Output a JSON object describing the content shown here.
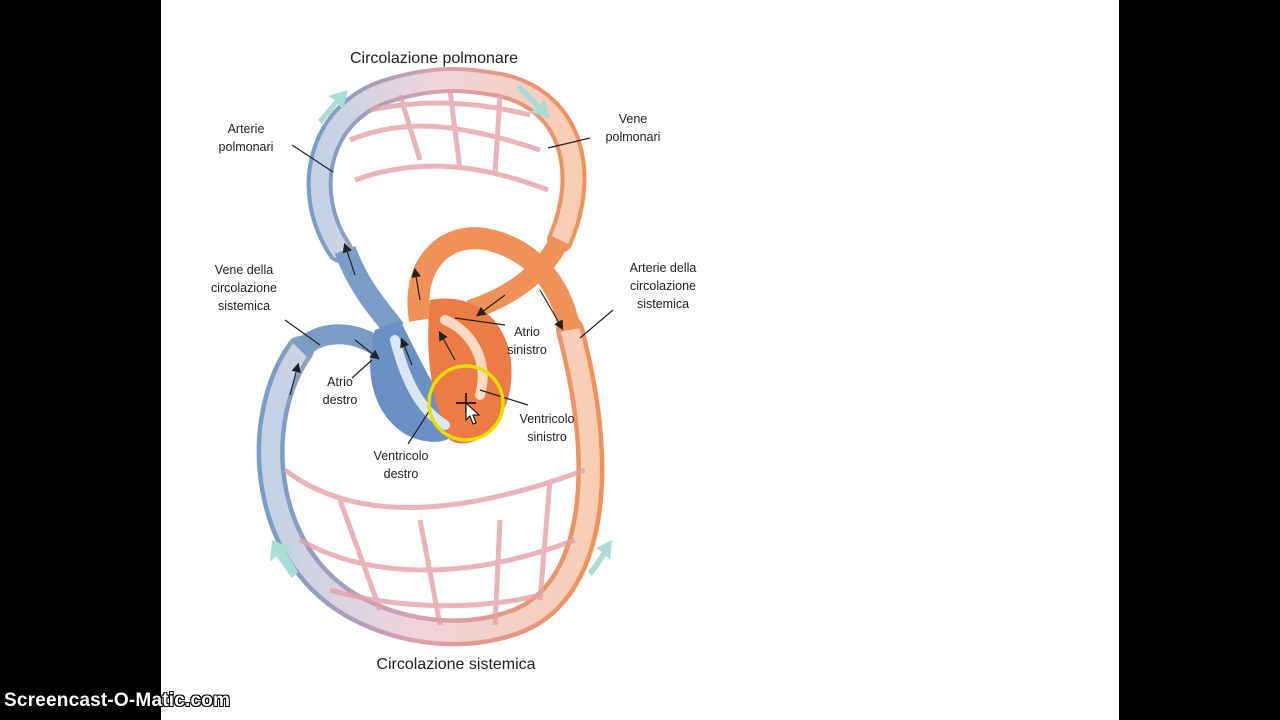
{
  "diagram": {
    "title_top": "Circolazione polmonare",
    "title_bottom": "Circolazione sistemica",
    "labels": {
      "arterie_polmonari": [
        "Arterie",
        "polmonari"
      ],
      "vene_polmonari": [
        "Vene",
        "polmonari"
      ],
      "vene_sistemica": [
        "Vene della",
        "circolazione",
        "sistemica"
      ],
      "arterie_sistemica": [
        "Arterie della",
        "circolazione",
        "sistemica"
      ],
      "atrio_sinistro": [
        "Atrio",
        "sinistro"
      ],
      "atrio_destro": [
        "Atrio",
        "destro"
      ],
      "ventricolo_sinistro": [
        "Ventricolo",
        "sinistro"
      ],
      "ventricolo_destro": [
        "Ventricolo",
        "destro"
      ]
    },
    "colors": {
      "deoxygenated": "#7a9cc6",
      "oxygenated": "#f0915a",
      "capillary": "#e08a8a",
      "flow_arrow": "#a8dcd4",
      "highlight": "#e8e000"
    }
  },
  "watermark": "Screencast-O-Matic.com"
}
